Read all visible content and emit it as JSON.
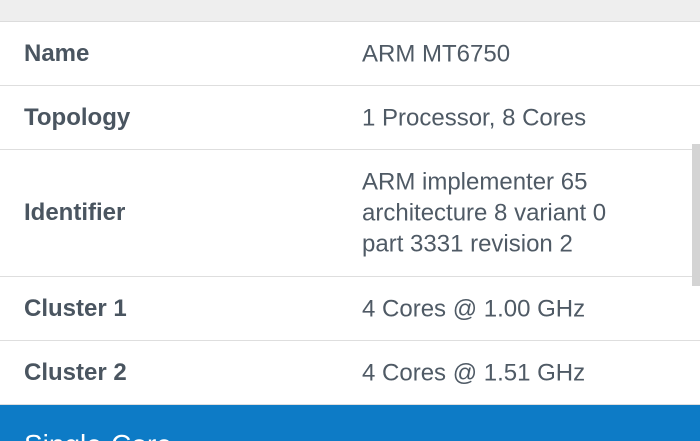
{
  "processor_info": {
    "rows": [
      {
        "label": "Name",
        "value": "ARM MT6750"
      },
      {
        "label": "Topology",
        "value": "1 Processor, 8 Cores"
      },
      {
        "label": "Identifier",
        "value": "ARM implementer 65\narchitecture 8 variant 0\npart 3331 revision 2"
      },
      {
        "label": "Cluster 1",
        "value": "4 Cores @ 1.00 GHz"
      },
      {
        "label": "Cluster 2",
        "value": "4 Cores @ 1.51 GHz"
      }
    ]
  },
  "next_section": {
    "title": "Single-Core"
  },
  "colors": {
    "section_header_bg": "#0d7bc6",
    "label_text": "#4a5560",
    "value_text": "#4f5a65",
    "divider": "#dedede"
  }
}
